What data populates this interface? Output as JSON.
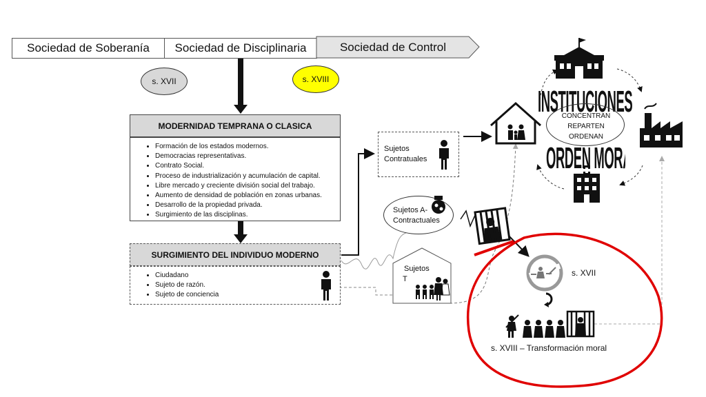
{
  "timeline": {
    "soberania": "Sociedad de Soberanía",
    "disciplinaria": "Sociedad de Disciplinaria",
    "control": "Sociedad de Control"
  },
  "centuries": {
    "xvii": "s. XVII",
    "xviii": "s. XVIII"
  },
  "modernidad": {
    "title": "MODERNIDAD TEMPRANA O CLASICA",
    "items": [
      "Formación de los estados modernos.",
      "Democracias representativas.",
      "Contrato Social.",
      "Proceso de industrialización y acumulación de capital.",
      "Libre mercado y creciente división social del trabajo.",
      "Aumento de densidad de población en zonas urbanas.",
      "Desarrollo de la propiedad privada.",
      "Surgimiento de las disciplinas."
    ]
  },
  "individuo": {
    "title": "SURGIMIENTO DEL INDIVIDUO MODERNO",
    "items": [
      "Ciudadano",
      "Sujeto de razón.",
      "Sujeto de conciencia"
    ]
  },
  "sujetos": {
    "contractuales_1": "Sujetos",
    "contractuales_2": "Contratuales",
    "acontractuales_1": "Sujetos A-",
    "acontractuales_2": "Contractuales",
    "tutelados_1": "Sujetos",
    "tutelados_2": "T"
  },
  "instituciones": {
    "title_1": "INSTITUCIONES DE",
    "title_2": "ORDEN MORAL",
    "verbs": [
      "CONCENTRAN",
      "REPARTEN",
      "ORDENAN"
    ]
  },
  "transformacion": {
    "xvii": "s. XVII",
    "xviii": "s. XVIII – Transformación moral"
  },
  "colors": {
    "highlight": "#ffff00",
    "red_circle": "#e00000",
    "header_gray": "#d8d8d8"
  },
  "icons": [
    "person-icon",
    "house-family-icon",
    "school-icon",
    "factory-icon",
    "hospital-icon",
    "prison-icon",
    "children-icon",
    "whip-icon",
    "torture-icon",
    "execution-icon"
  ]
}
